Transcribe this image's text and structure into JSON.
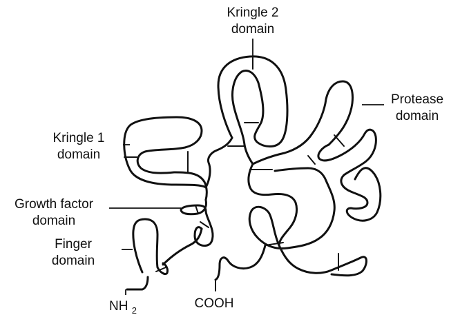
{
  "labels": {
    "kringle2": {
      "line1": "Kringle 2",
      "line2": "domain"
    },
    "protease": {
      "line1": "Protease",
      "line2": "domain"
    },
    "kringle1": {
      "line1": "Kringle 1",
      "line2": "domain"
    },
    "growth_factor": {
      "line1": "Growth factor",
      "line2": "domain"
    },
    "finger": {
      "line1": "Finger",
      "line2": "domain"
    },
    "n_terminus": {
      "main": "NH",
      "sub": "2"
    },
    "c_terminus": {
      "text": "COOH"
    }
  }
}
